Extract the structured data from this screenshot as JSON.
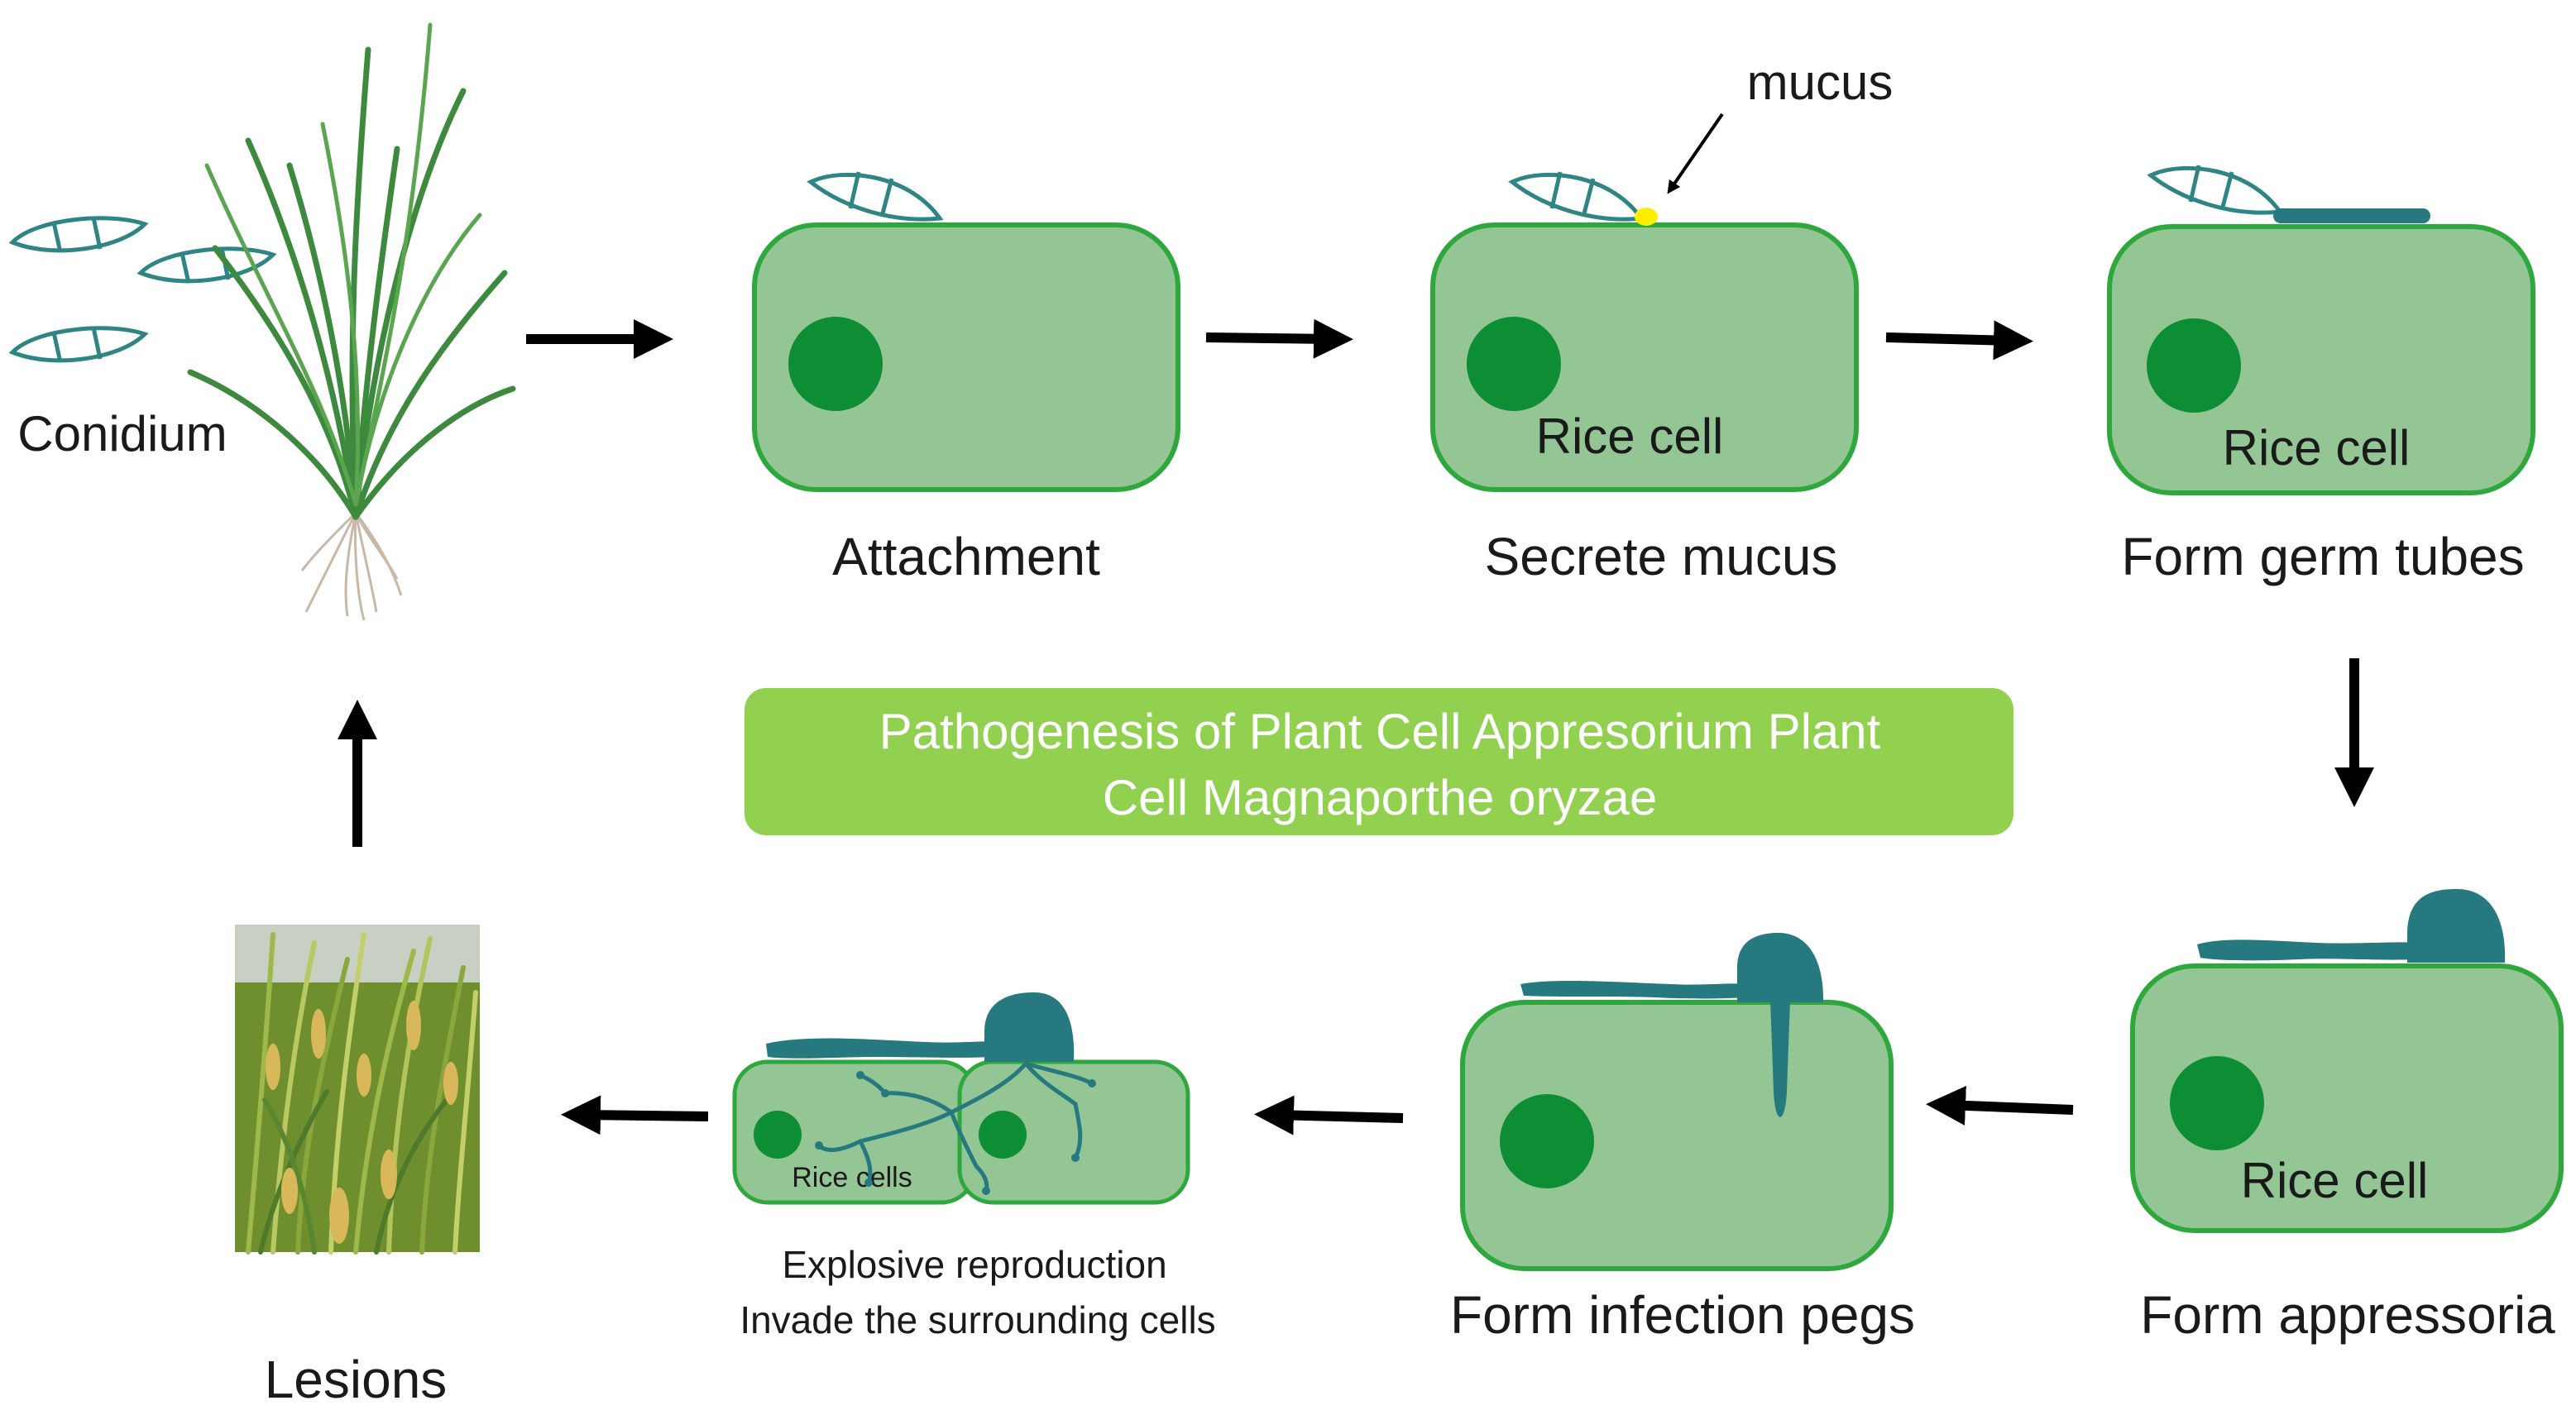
{
  "title": {
    "line1": "Pathogenesis of Plant Cell Appresorium Plant",
    "line2": "Cell Magnaporthe oryzae"
  },
  "labels": {
    "conidium": "Conidium",
    "attachment": "Attachment",
    "secrete_mucus": "Secrete mucus",
    "mucus": "mucus",
    "form_germ_tubes": "Form germ tubes",
    "form_appressoria": "Form appressoria",
    "form_infection_pegs": "Form infection pegs",
    "explosive_line1": "Explosive reproduction",
    "explosive_line2": "Invade the surrounding cells",
    "lesions": "Lesions"
  },
  "cell_labels": {
    "rice_cell_mucus": "Rice cell",
    "rice_cell_germ": "Rice cell",
    "rice_cell_appressoria": "Rice cell",
    "rice_cells_explosive": "Rice cells"
  },
  "colors": {
    "cell_fill": "#93c595",
    "cell_stroke": "#2ea83c",
    "nucleus": "#0e8e34",
    "fungus": "#26797f",
    "conidium_stroke": "#2f8584",
    "mucus": "#ffee00",
    "title_box": "#92d050",
    "arrow": "#000000"
  }
}
